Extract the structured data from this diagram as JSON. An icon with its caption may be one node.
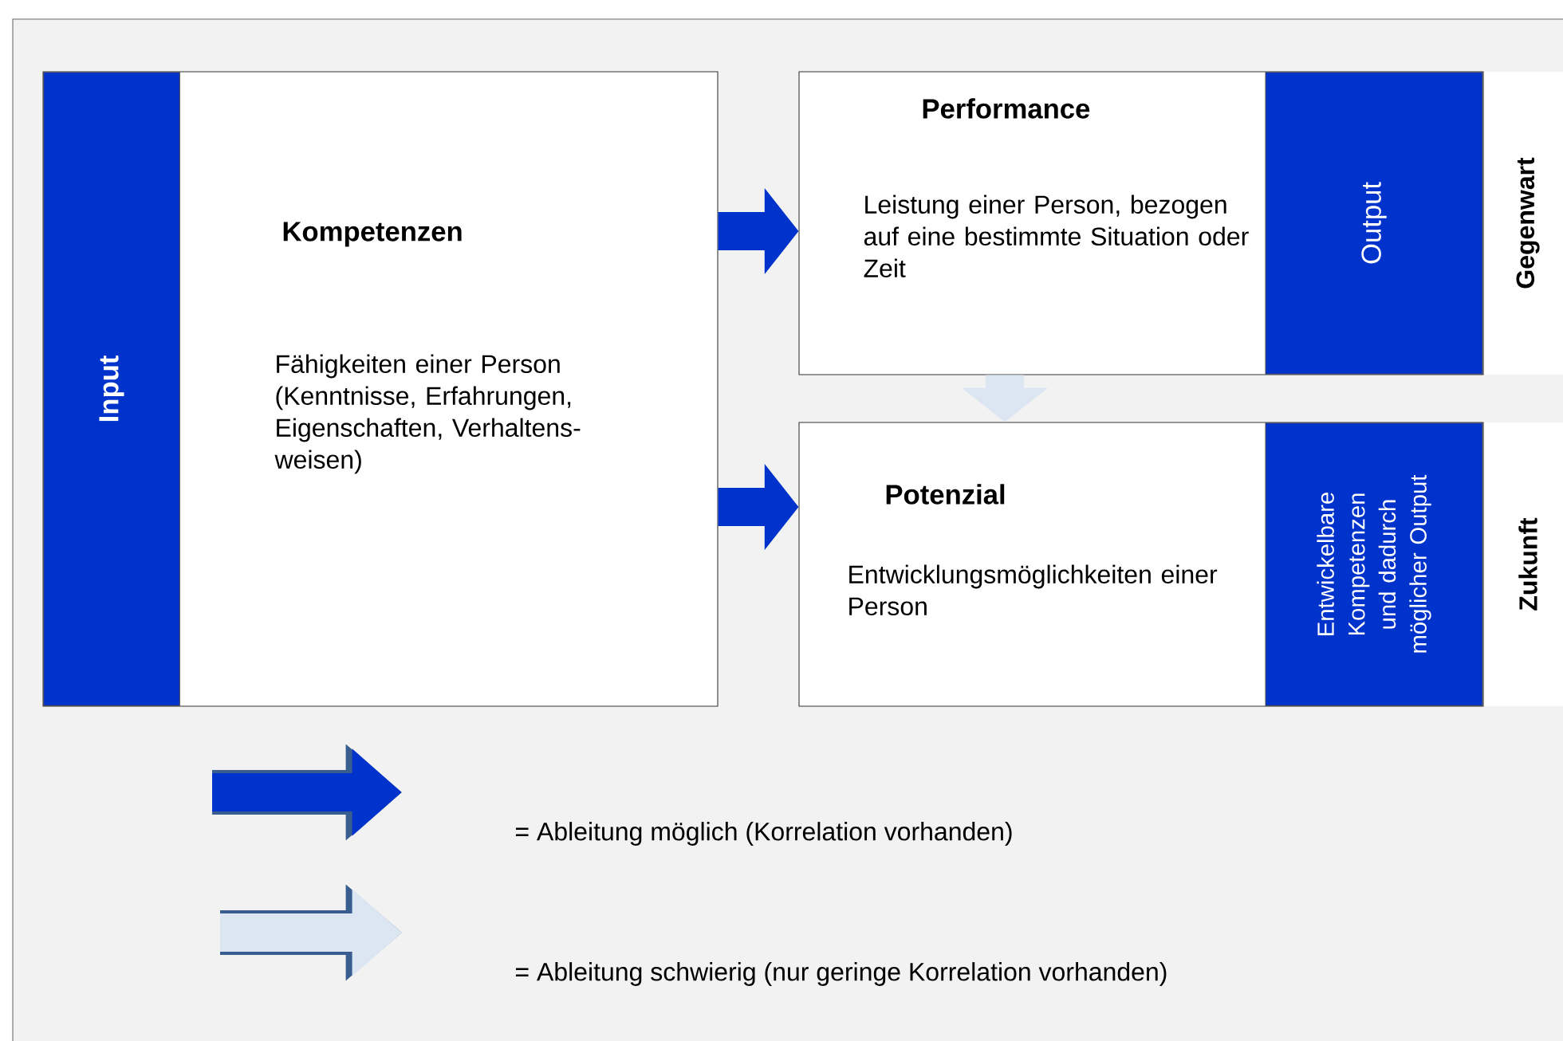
{
  "diagram": {
    "nodes": [
      {
        "text": [
          "Kompetenzen",
          "Fähigkeiten einer Person (Kenntnisse, Erfahrungen, Eigenschaften, Verhaltens-weisen)"
        ]
      },
      {
        "text": [
          "Input"
        ],
        "in": 0
      },
      {
        "text": [
          "Performance",
          "Leistung einer Person, bezogen auf eine bestimmte Situation oder Zeit"
        ]
      },
      {
        "text": [
          "Output"
        ],
        "in": 2
      },
      {
        "text": [
          "Potenzial",
          "Entwicklungsmöglichkeiten einer Person"
        ]
      },
      {
        "text": [
          "Entwickelbare Kompetenzen und dadurch möglicher Output"
        ],
        "in": 4
      }
    ],
    "edges": [
      {
        "from": 0,
        "to": 2,
        "arrow": "to"
      },
      {
        "from": 0,
        "to": 4,
        "arrow": "to"
      },
      {
        "from": 2,
        "to": 4,
        "arrow": "to",
        "color": "#dce6f2"
      }
    ],
    "labels": [
      "Gegenwart",
      "Zukunft"
    ],
    "legend": [
      {
        "text": "= Ableitung möglich (Korrelation vorhanden)"
      },
      {
        "text": "= Ableitung schwierig (nur geringe Korrelation vorhanden)"
      }
    ]
  }
}
